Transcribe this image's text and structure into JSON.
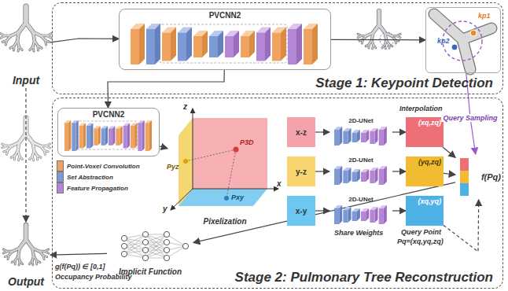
{
  "diagram": {
    "nodes": [
      {
        "text": [
          "Input"
        ]
      },
      {
        "text": [
          "Stage 1: Keypoint Detection"
        ]
      },
      {
        "text": [
          "PVCNN2"
        ],
        "in": 1
      },
      {
        "text": [
          "kp1",
          "kp2"
        ],
        "in": 1
      },
      {
        "text": [
          "Stage 2: Pulmonary Tree Reconstruction"
        ]
      },
      {
        "text": [
          "PVCNN2"
        ],
        "in": 4
      },
      {
        "text": [
          "Pixelization"
        ],
        "in": 4
      },
      {
        "text": [
          "x-z"
        ],
        "in": 4
      },
      {
        "text": [
          "y-z"
        ],
        "in": 4
      },
      {
        "text": [
          "x-y"
        ],
        "in": 4
      },
      {
        "text": [
          "2D-UNet"
        ],
        "in": 4
      },
      {
        "text": [
          "2D-UNet"
        ],
        "in": 4
      },
      {
        "text": [
          "2D-UNet"
        ],
        "in": 4
      },
      {
        "text": [
          "(xq,zq)"
        ],
        "in": 4
      },
      {
        "text": [
          "(yq,zq)"
        ],
        "in": 4
      },
      {
        "text": [
          "(xq,yq)"
        ],
        "in": 4
      },
      {
        "text": [
          "f(Pq)"
        ],
        "in": 4
      },
      {
        "text": [
          "Implicit Function"
        ],
        "in": 4
      },
      {
        "text": [
          "Output"
        ]
      }
    ],
    "edges": [
      {
        "from": 0,
        "to": 2,
        "arrow": "to"
      },
      {
        "from": 2,
        "to": 3,
        "arrow": "to"
      },
      {
        "from": 2,
        "to": 5,
        "arrow": "to"
      },
      {
        "from": 3,
        "to": 16,
        "label": "Query Sampling",
        "arrow": "to"
      },
      {
        "from": 5,
        "to": 6,
        "arrow": "to"
      },
      {
        "from": 7,
        "to": 10,
        "arrow": "to"
      },
      {
        "from": 8,
        "to": 11,
        "arrow": "to"
      },
      {
        "from": 9,
        "to": 12,
        "arrow": "to"
      },
      {
        "from": 10,
        "to": 13,
        "arrow": "to"
      },
      {
        "from": 11,
        "to": 14,
        "arrow": "to"
      },
      {
        "from": 12,
        "to": 15,
        "arrow": "to"
      },
      {
        "from": 13,
        "to": 16,
        "arrow": "to"
      },
      {
        "from": 14,
        "to": 16,
        "arrow": "to"
      },
      {
        "from": 15,
        "to": 16,
        "arrow": "to"
      },
      {
        "from": 16,
        "to": 17,
        "arrow": "to"
      },
      {
        "from": 17,
        "to": 18,
        "arrow": "to"
      },
      {
        "from": 0,
        "to": 18,
        "arrow": "to"
      }
    ],
    "labels": [
      "z",
      "x",
      "y",
      "P3D",
      "Pyz",
      "Pxy",
      "Interpolation",
      "Share Weights",
      "Query Point",
      "Pq=(xq,yq,zq)",
      "g(f(Pq)) ∈ [0,1]",
      "Occupancy Probability"
    ],
    "legend": [
      {
        "text": "Point-Voxel Convolution",
        "color": "#f0a35e"
      },
      {
        "text": "Set Abstraction",
        "color": "#7d9ad4"
      },
      {
        "text": "Feature Propagation",
        "color": "#b486d6"
      }
    ]
  }
}
